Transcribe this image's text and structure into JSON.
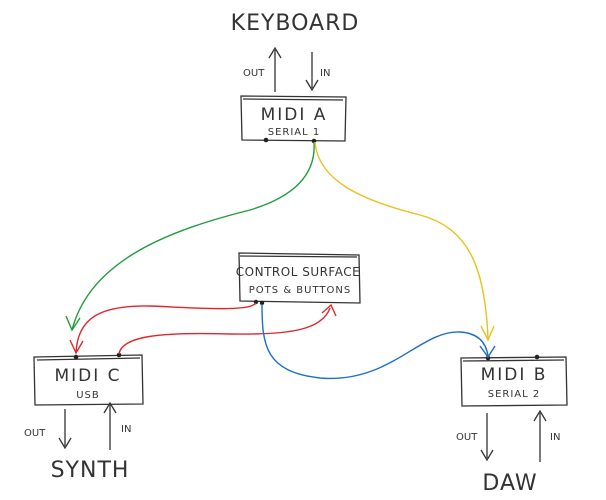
{
  "nodes": {
    "keyboard": "KEYBOARD",
    "synth": "SYNTH",
    "daw": "DAW",
    "midi_a": {
      "title": "MIDI A",
      "sub": "SERIAL 1"
    },
    "midi_b": {
      "title": "MIDI B",
      "sub": "SERIAL 2"
    },
    "midi_c": {
      "title": "MIDI C",
      "sub": "USB"
    },
    "control_surface": {
      "title": "CONTROL SURFACE",
      "sub": "POTS & BUTTONS"
    }
  },
  "arrow_labels": {
    "keyboard_out": "OUT",
    "keyboard_in": "IN",
    "synth_out": "OUT",
    "synth_in": "IN",
    "daw_out": "OUT",
    "daw_in": "IN"
  },
  "colors": {
    "green": "#1f9d3a",
    "yellow": "#e8c21e",
    "red": "#e0262d",
    "blue": "#1f6fc4",
    "ink": "#333333"
  }
}
